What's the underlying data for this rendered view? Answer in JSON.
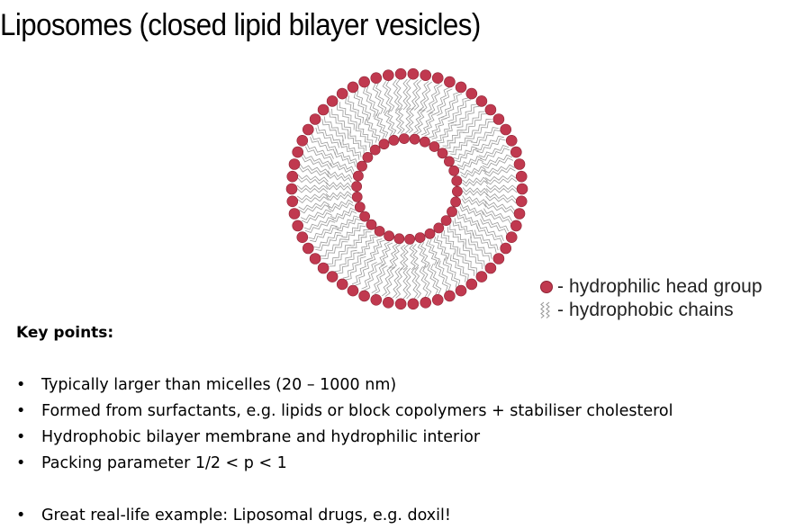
{
  "title": "Liposomes (closed lipid bilayer vesicles)",
  "diagram": {
    "head_color": "#c0394f",
    "chain_color": "#9a9a9a"
  },
  "legend": {
    "head_label": "- hydrophilic head group",
    "chain_label": "- hydrophobic chains"
  },
  "key_points": {
    "heading": "Key points:",
    "items": [
      "Typically larger than micelles (20 – 1000 nm)",
      "Formed from surfactants, e.g. lipids or block copolymers + stabiliser cholesterol",
      "Hydrophobic bilayer membrane and hydrophilic interior",
      "Packing parameter 1/2 < p < 1"
    ],
    "example": "Great real-life example: Liposomal drugs, e.g. doxil!"
  }
}
